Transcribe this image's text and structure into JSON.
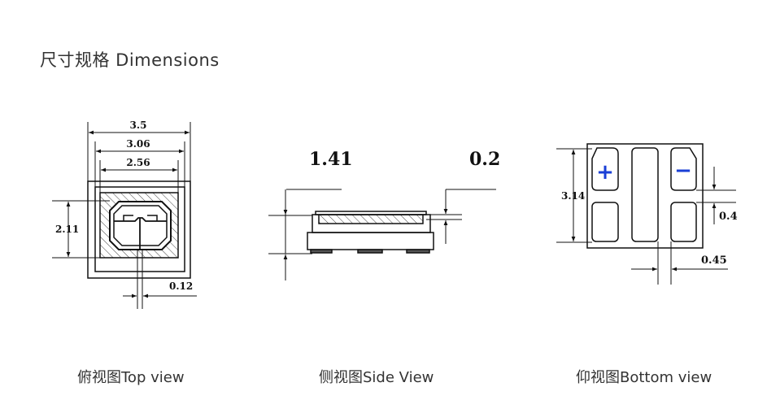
{
  "header": {
    "title": "尺寸规格 Dimensions"
  },
  "top_view": {
    "caption": "俯视图Top view",
    "dims": {
      "overall_width": "3.5",
      "inner_width": "3.06",
      "window_width": "2.56",
      "height": "2.11",
      "gap": "0.12"
    }
  },
  "side_view": {
    "caption": "侧视图Side View",
    "dims": {
      "total_height": "1.41",
      "lens_height": "0.2"
    }
  },
  "bottom_view": {
    "caption": "仰视图Bottom view",
    "dims": {
      "height": "3.14",
      "pad_gap": "0.4",
      "pad_spacing": "0.45"
    },
    "polarity": {
      "anode": "+",
      "cathode": "−"
    },
    "colors": {
      "polarity": "#1a3fd6"
    }
  }
}
